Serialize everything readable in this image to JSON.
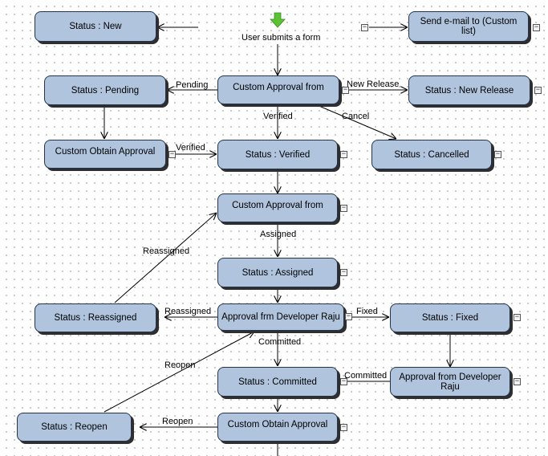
{
  "start": {
    "label": "User submits a form",
    "icon": "green-down-arrow-icon"
  },
  "colors": {
    "node_fill": "#b0c4de",
    "node_border": "#26334d",
    "edge": "#000000",
    "start_arrow": "#5bc236"
  },
  "nodes": [
    {
      "id": "status_new",
      "text": "Status : New"
    },
    {
      "id": "send_email",
      "text": "Send e-mail to (Custom list)"
    },
    {
      "id": "status_pending",
      "text": "Status : Pending"
    },
    {
      "id": "approval_1",
      "text": "Custom Approval from"
    },
    {
      "id": "status_new_release",
      "text": "Status : New Release"
    },
    {
      "id": "obtain_approval_1",
      "text": "Custom Obtain Approval"
    },
    {
      "id": "status_verified",
      "text": "Status : Verified"
    },
    {
      "id": "status_cancelled",
      "text": "Status : Cancelled"
    },
    {
      "id": "approval_2",
      "text": "Custom Approval from"
    },
    {
      "id": "status_assigned",
      "text": "Status : Assigned"
    },
    {
      "id": "status_reassigned",
      "text": "Status : Reassigned"
    },
    {
      "id": "approval_dev_raju",
      "text": "Approval frm Developer Raju"
    },
    {
      "id": "status_fixed",
      "text": "Status : Fixed"
    },
    {
      "id": "status_committed",
      "text": "Status : Committed"
    },
    {
      "id": "approval_from_dev_raju",
      "text": "Approval from Developer Raju"
    },
    {
      "id": "status_reopen",
      "text": "Status : Reopen"
    },
    {
      "id": "obtain_approval_2",
      "text": "Custom Obtain Approval"
    }
  ],
  "edge_labels": [
    {
      "id": "pending",
      "text": "Pending"
    },
    {
      "id": "new_release",
      "text": "New Release"
    },
    {
      "id": "verified_1",
      "text": "Verified"
    },
    {
      "id": "cancel",
      "text": "Cancel"
    },
    {
      "id": "verified_2",
      "text": "Verified"
    },
    {
      "id": "assigned",
      "text": "Assigned"
    },
    {
      "id": "reassigned_1",
      "text": "Reassigned"
    },
    {
      "id": "reassigned_2",
      "text": "Reassigned"
    },
    {
      "id": "fixed",
      "text": "Fixed"
    },
    {
      "id": "committed_1",
      "text": "Committed"
    },
    {
      "id": "reopen_1",
      "text": "Reopen"
    },
    {
      "id": "committed_2",
      "text": "Committed"
    },
    {
      "id": "reopen_2",
      "text": "Reopen"
    }
  ],
  "collapse_symbol": "−"
}
